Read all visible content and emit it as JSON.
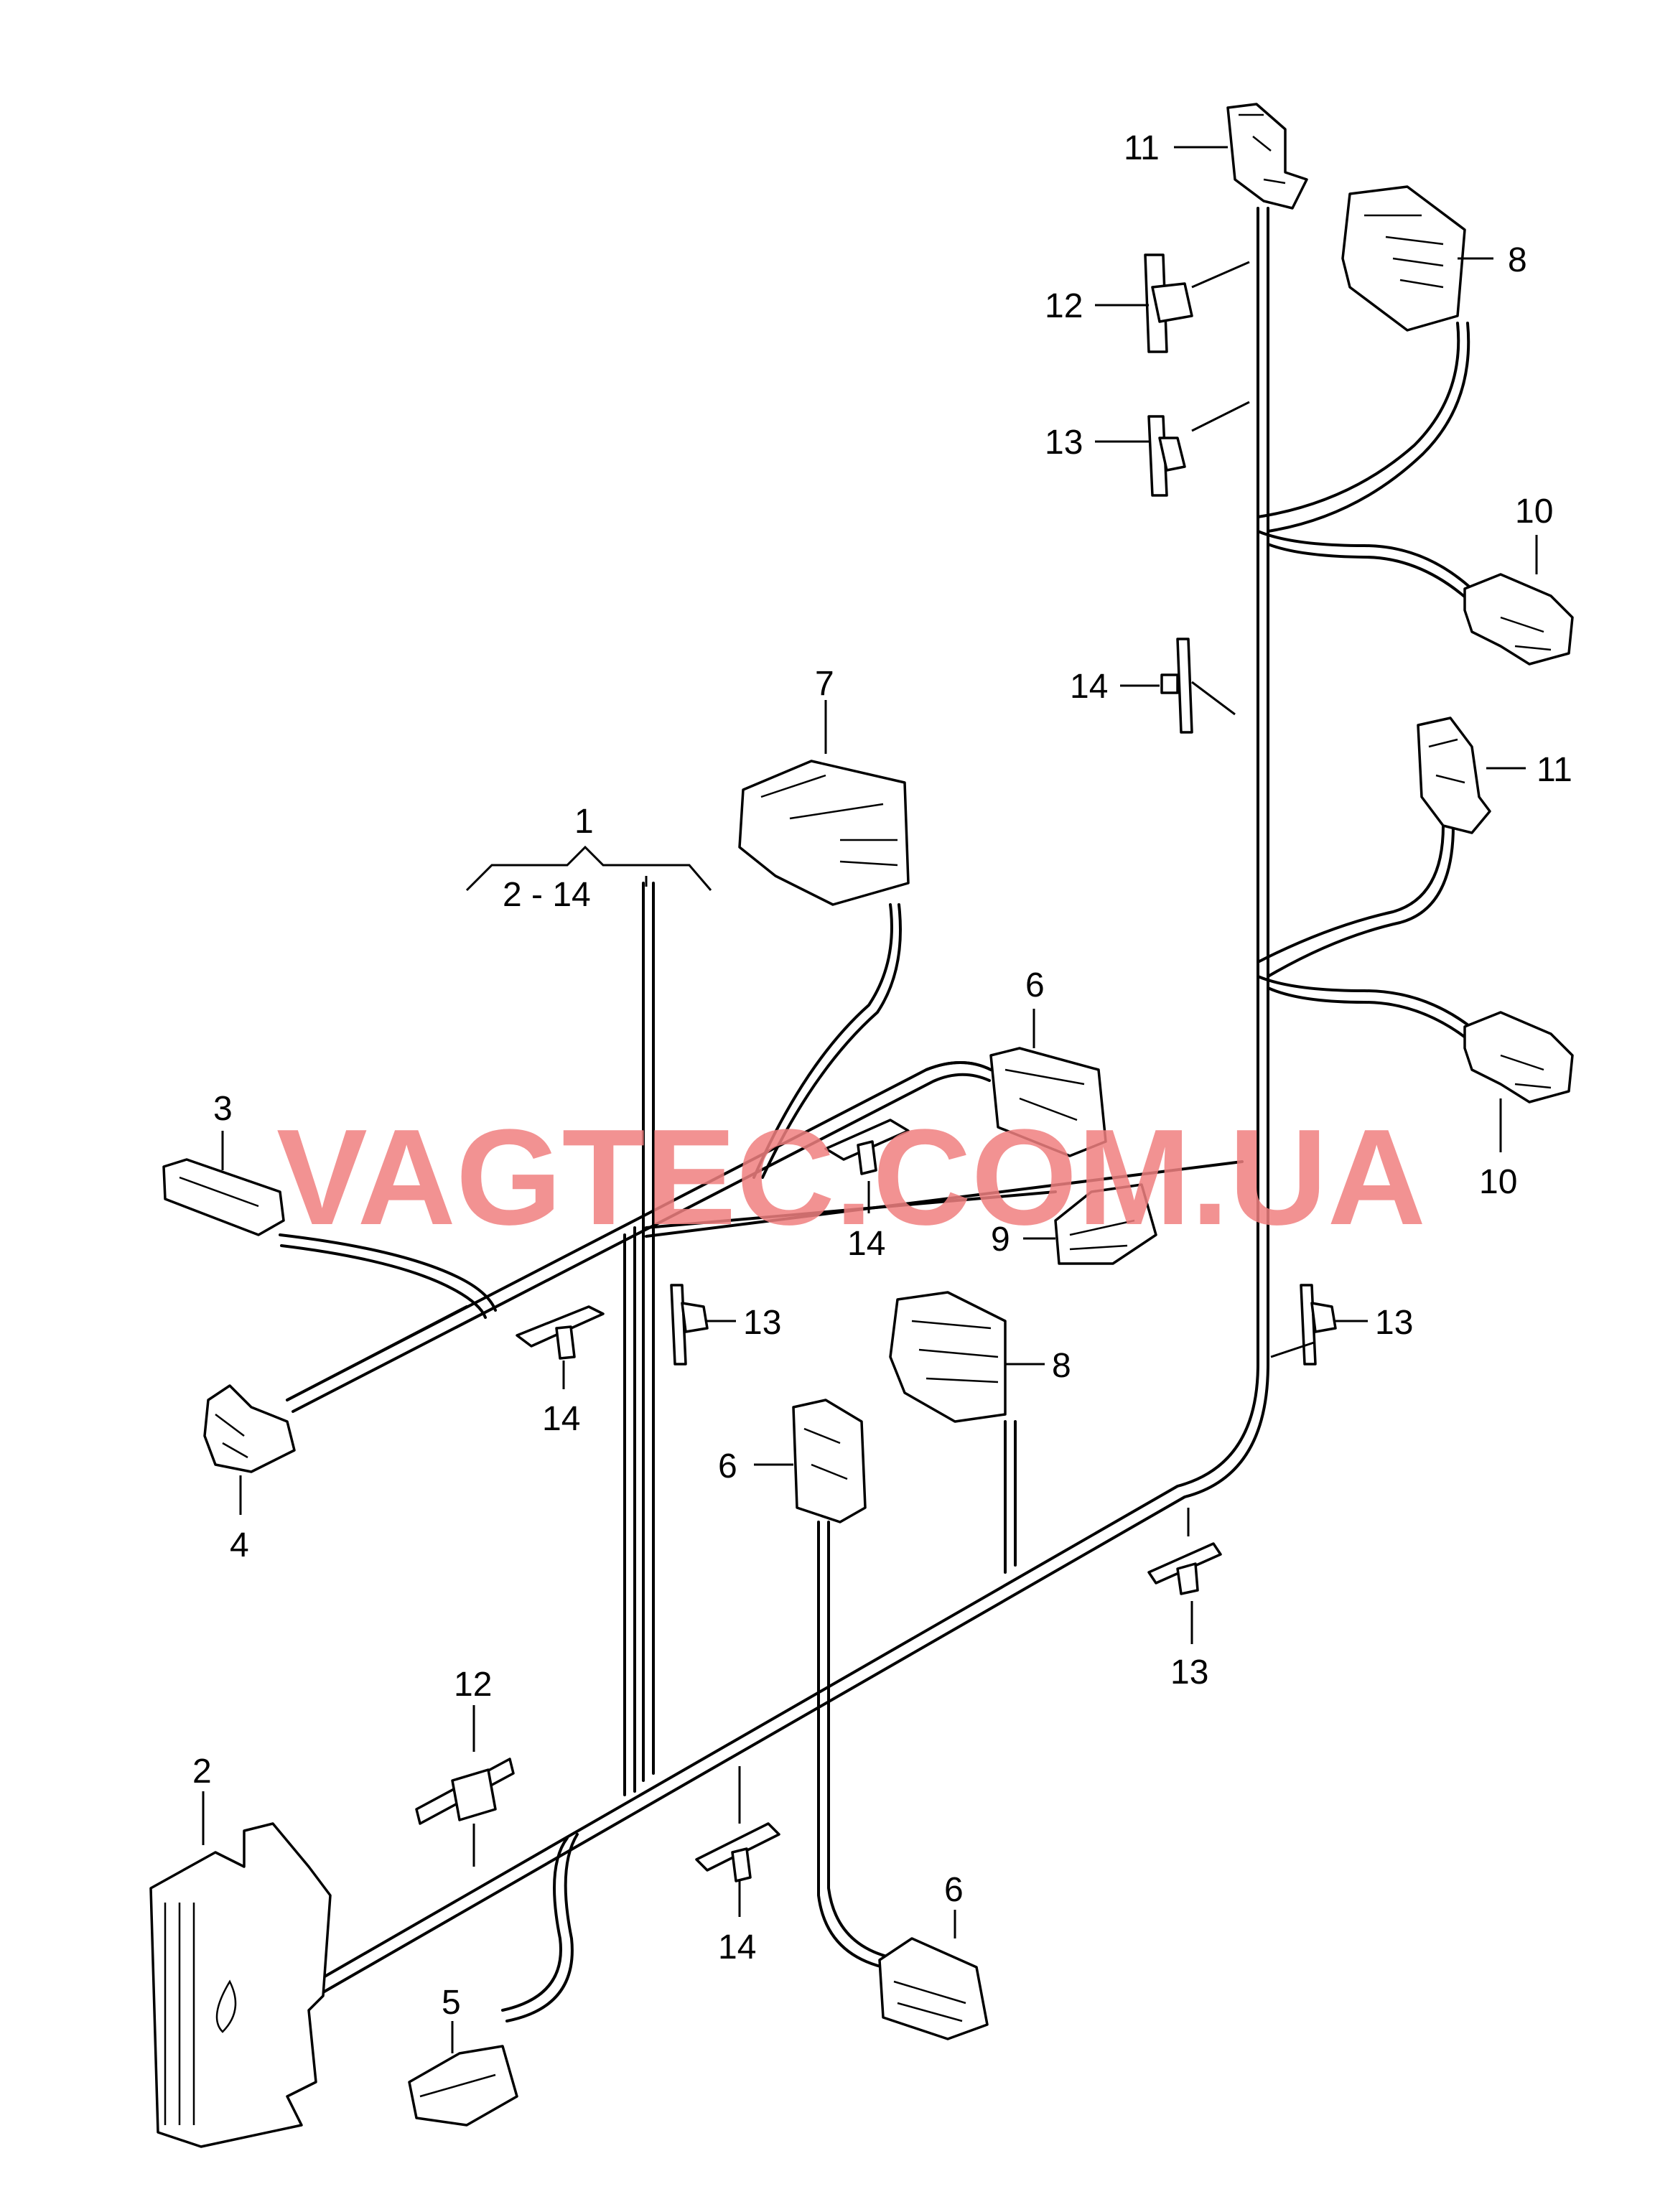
{
  "watermark": "VAGTEC.COM.UA",
  "group_label": {
    "number": "1",
    "range": "2 - 14"
  },
  "callouts": [
    {
      "id": "c11a",
      "text": "11"
    },
    {
      "id": "c8a",
      "text": "8"
    },
    {
      "id": "c12a",
      "text": "12"
    },
    {
      "id": "c13a",
      "text": "13"
    },
    {
      "id": "c10a",
      "text": "10"
    },
    {
      "id": "c14a",
      "text": "14"
    },
    {
      "id": "c7",
      "text": "7"
    },
    {
      "id": "c11b",
      "text": "11"
    },
    {
      "id": "c6a",
      "text": "6"
    },
    {
      "id": "c3",
      "text": "3"
    },
    {
      "id": "c10b",
      "text": "10"
    },
    {
      "id": "c14b",
      "text": "14"
    },
    {
      "id": "c9",
      "text": "9"
    },
    {
      "id": "c13b",
      "text": "13"
    },
    {
      "id": "c13c",
      "text": "13"
    },
    {
      "id": "c8b",
      "text": "8"
    },
    {
      "id": "c14c",
      "text": "14"
    },
    {
      "id": "c6b",
      "text": "6"
    },
    {
      "id": "c4",
      "text": "4"
    },
    {
      "id": "c13d",
      "text": "13"
    },
    {
      "id": "c12b",
      "text": "12"
    },
    {
      "id": "c2",
      "text": "2"
    },
    {
      "id": "c6c",
      "text": "6"
    },
    {
      "id": "c5",
      "text": "5"
    },
    {
      "id": "c14d",
      "text": "14"
    }
  ]
}
